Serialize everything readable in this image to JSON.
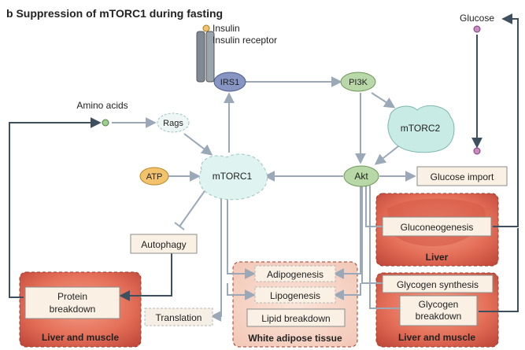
{
  "title": "b  Suppression of mTORC1 during fasting",
  "nodes": {
    "insulin": "Insulin",
    "insulin_receptor": "Insulin receptor",
    "irs1": "IRS1",
    "pi3k": "PI3K",
    "mtorc2": "mTORC2",
    "amino_acids": "Amino acids",
    "rags": "Rags",
    "atp": "ATP",
    "mtorc1": "mTORC1",
    "akt": "Akt",
    "glucose": "Glucose",
    "glucose_import": "Glucose import",
    "autophagy": "Autophagy",
    "translation": "Translation",
    "gluconeogenesis": "Gluconeogenesis",
    "glycogen_synthesis": "Glycogen synthesis",
    "glycogen_breakdown_1": "Glycogen",
    "glycogen_breakdown_2": "breakdown",
    "protein_breakdown_1": "Protein",
    "protein_breakdown_2": "breakdown",
    "adipogenesis": "Adipogenesis",
    "lipogenesis": "Lipogenesis",
    "lipid_breakdown": "Lipid breakdown"
  },
  "tissues": {
    "liver": "Liver",
    "liver_and_muscle_left": "Liver and muscle",
    "liver_and_muscle_right": "Liver and muscle",
    "white_adipose": "White adipose tissue"
  },
  "colors": {
    "arrow": "#9aa8b8",
    "arrow_dark": "#3e5060",
    "mtorc": "#c9ebe6",
    "pi3k": "#b9d8a8",
    "irs1": "#8795c2",
    "atp": "#f3c26d",
    "tissue_red": "#e8735f",
    "box_fill": "#faf1e4"
  }
}
